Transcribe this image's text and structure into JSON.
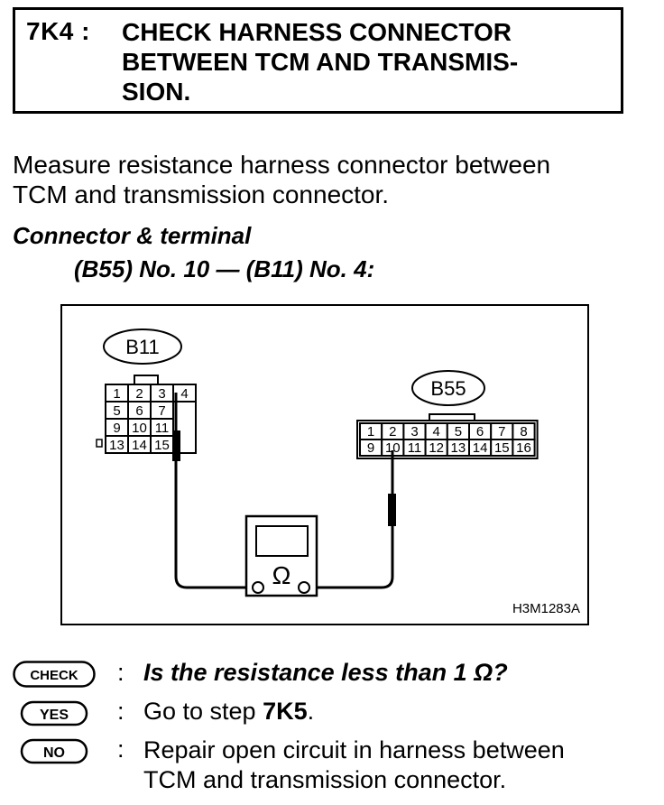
{
  "step": {
    "number": "7K4 :",
    "title_lines": [
      "CHECK HARNESS CONNECTOR",
      "BETWEEN TCM AND TRANSMIS-",
      "SION."
    ]
  },
  "instruction_lines": [
    "Measure resistance harness connector between",
    "TCM and transmission connector."
  ],
  "spec": {
    "label": "Connector & terminal",
    "value": "(B55) No. 10 — (B11) No. 4:"
  },
  "diagram": {
    "b11_label": "B11",
    "b11_pins": [
      [
        "1",
        "2",
        "3",
        "4"
      ],
      [
        "5",
        "6",
        "7",
        ""
      ],
      [
        "9",
        "10",
        "11",
        ""
      ],
      [
        "13",
        "14",
        "15",
        ""
      ]
    ],
    "b55_label": "B55",
    "b55_pins_top": [
      "1",
      "2",
      "3",
      "4",
      "5",
      "6",
      "7",
      "8"
    ],
    "b55_pins_bottom": [
      "9",
      "10",
      "11",
      "12",
      "13",
      "14",
      "15",
      "16"
    ],
    "meter_symbol": "Ω",
    "figure_code": "H3M1283A"
  },
  "questions": {
    "check_badge": "CHECK",
    "check_colon": ":",
    "check_text": "Is the resistance less than 1 Ω?",
    "yes_badge": "YES",
    "yes_colon": ":",
    "yes_prefix": "Go to step ",
    "yes_step": "7K5",
    "yes_suffix": ".",
    "no_badge": "NO",
    "no_colon": ":",
    "no_lines": [
      "Repair open circuit in harness between",
      "TCM and transmission connector."
    ]
  }
}
